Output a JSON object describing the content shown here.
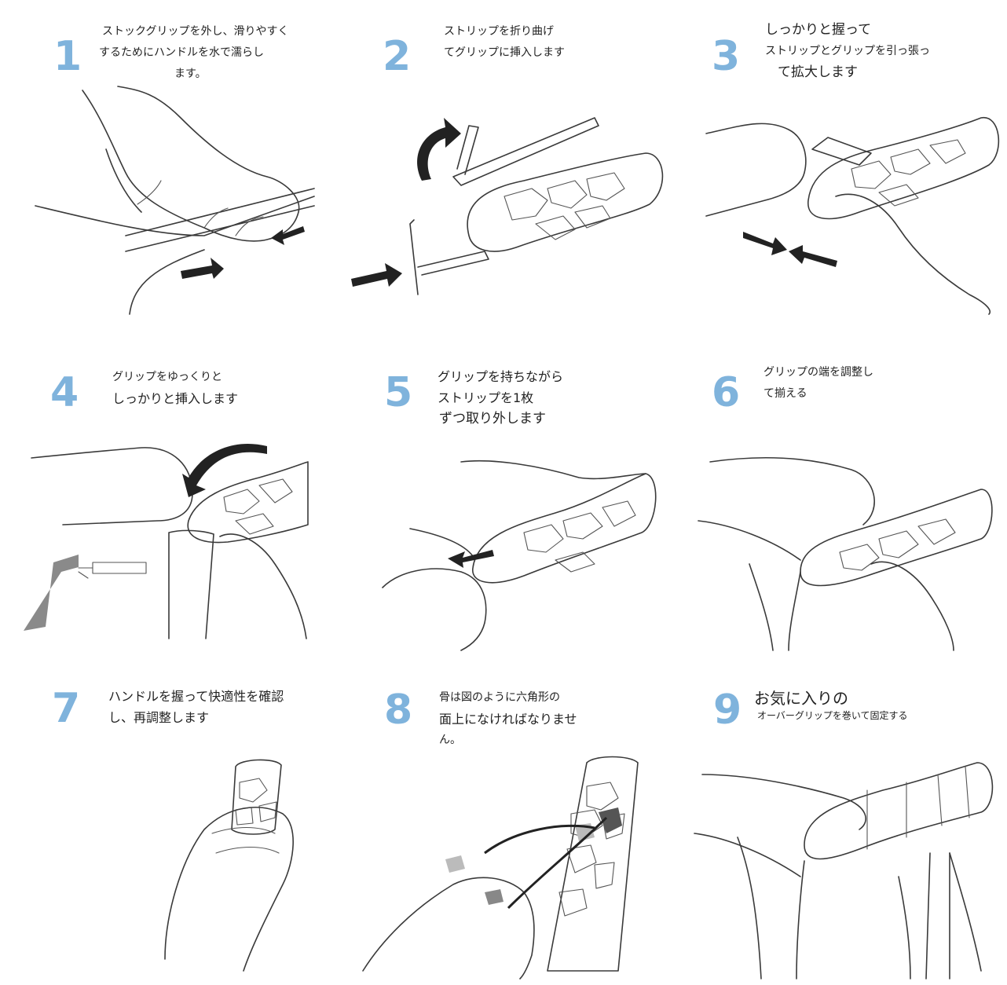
{
  "steps": [
    {
      "number": "1",
      "lines": [
        "ストックグリップを外し、滑りやすく",
        "するためにハンドルを水で濡らし",
        "ます。"
      ]
    },
    {
      "number": "2",
      "lines": [
        "ストリップを折り曲げ",
        "てグリップに挿入します"
      ]
    },
    {
      "number": "3",
      "lines": [
        "しっかりと握って",
        "ストリップとグリップを引っ張っ",
        "て拡大します"
      ]
    },
    {
      "number": "4",
      "lines": [
        "グリップをゆっくりと",
        "しっかりと挿入します"
      ]
    },
    {
      "number": "5",
      "lines": [
        "グリップを持ちながら",
        "ストリップを1枚",
        "ずつ取り外します"
      ]
    },
    {
      "number": "6",
      "lines": [
        "グリップの端を調整し",
        "て揃える"
      ]
    },
    {
      "number": "7",
      "lines": [
        "ハンドルを握って快適性を確認",
        "し、再調整します"
      ]
    },
    {
      "number": "8",
      "lines": [
        "骨は図のように六角形の",
        "面上になければなりませ",
        "ん。"
      ]
    },
    {
      "number": "9",
      "lines": [
        "お気に入りの",
        "オーバーグリップを巻いて固定する"
      ]
    }
  ],
  "colors": {
    "step_number": "#7fb3dc",
    "line_art": "#3a3a3a",
    "accent_gray": "#888888"
  }
}
